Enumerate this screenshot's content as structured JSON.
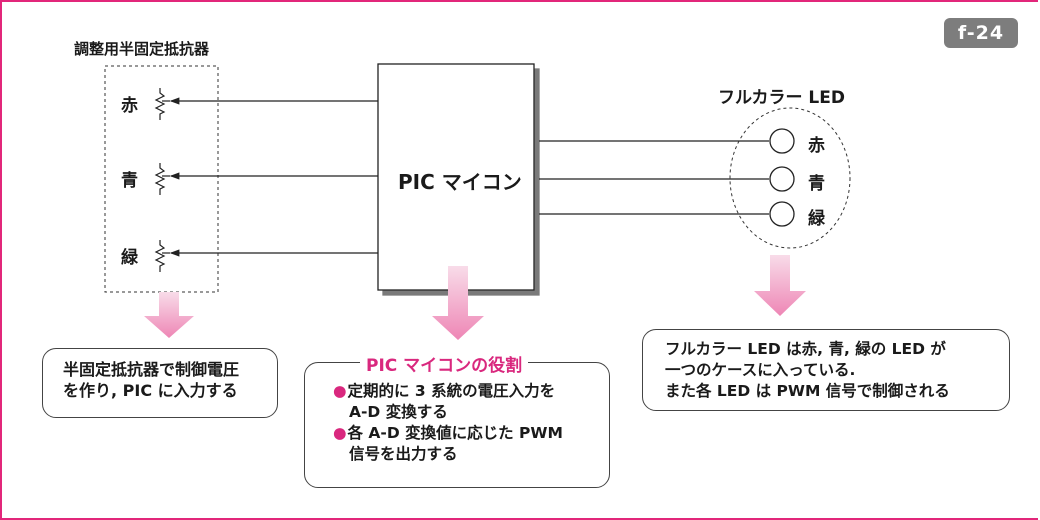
{
  "figure_id": "f-24",
  "resistors": {
    "title": "調整用半固定抵抗器",
    "items": [
      {
        "label": "赤"
      },
      {
        "label": "青"
      },
      {
        "label": "緑"
      }
    ]
  },
  "mcu": {
    "label": "PIC マイコン"
  },
  "led": {
    "title": "フルカラー LED",
    "items": [
      {
        "label": "赤"
      },
      {
        "label": "青"
      },
      {
        "label": "緑"
      }
    ]
  },
  "notes": {
    "resistor_note": [
      "半固定抵抗器で制御電圧",
      "を作り, PIC に入力する"
    ],
    "mcu_note": {
      "title": "PIC マイコンの役割",
      "lines": [
        "定期的に 3 系統の電圧入力を",
        "A-D 変換する",
        "各 A-D 変換値に応じた PWM",
        "信号を出力する"
      ]
    },
    "led_note": [
      "フルカラー LED は赤, 青, 緑の LED が",
      "一つのケースに入っている.",
      "また各 LED は PWM 信号で制御される"
    ]
  },
  "colors": {
    "frame": "#e2267a",
    "accent": "#d9287e",
    "arrow_top": "#f6d1e2",
    "arrow_bottom": "#ef8ab8",
    "badge": "#7d7d7d"
  }
}
